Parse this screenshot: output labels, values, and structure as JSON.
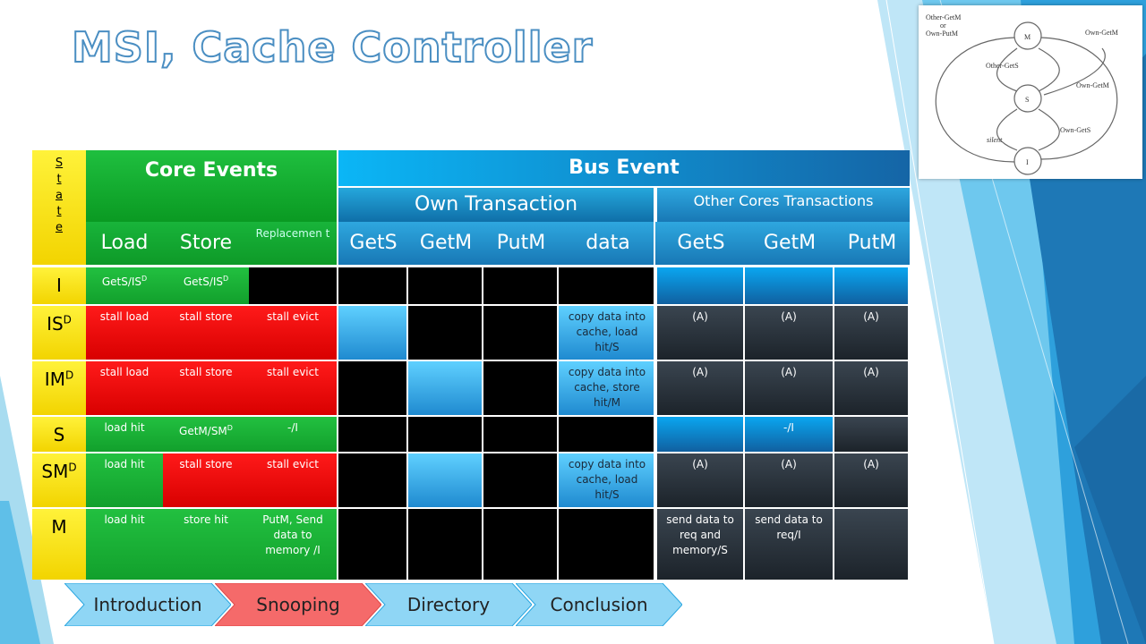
{
  "title": "MSI, Cache Controller",
  "diagram": {
    "labels": {
      "top_left": [
        "Other-GetM",
        "or",
        "Own-PutM"
      ],
      "own_getm_top": "Own-GetM",
      "other_gets": "Other-GetS",
      "own_getm_right": "Own-GetM",
      "own_gets": "Own-GetS",
      "silent": "silent"
    },
    "states": [
      "M",
      "S",
      "I"
    ]
  },
  "table": {
    "state_header": [
      "S",
      "t",
      "a",
      "t",
      "e"
    ],
    "core_events": "Core Events",
    "bus_event": "Bus Event",
    "own_transaction": "Own Transaction",
    "other_cores": "Other Cores Transactions",
    "core_cols": [
      "Load",
      "Store",
      "Replacemen t"
    ],
    "own_cols": [
      "GetS",
      "GetM",
      "PutM",
      "data"
    ],
    "other_cols": [
      "GetS",
      "GetM",
      "PutM"
    ],
    "rows": [
      {
        "state": "I",
        "sup": "",
        "load": "GetS/IS",
        "load_sup": "D",
        "store": "GetS/IS",
        "store_sup": "D",
        "repl": "",
        "own": [
          "",
          "",
          "",
          ""
        ],
        "other": [
          "",
          "",
          ""
        ]
      },
      {
        "state": "IS",
        "sup": "D",
        "load": "stall load",
        "load_sup": "",
        "store": "stall store",
        "store_sup": "",
        "repl": "stall evict",
        "own": [
          "",
          "",
          "",
          "copy data into cache, load hit/S"
        ],
        "other": [
          "(A)",
          "(A)",
          "(A)"
        ]
      },
      {
        "state": "IM",
        "sup": "D",
        "load": "stall load",
        "load_sup": "",
        "store": "stall store",
        "store_sup": "",
        "repl": "stall evict",
        "own": [
          "",
          "",
          "",
          "copy data into cache, store hit/M"
        ],
        "other": [
          "(A)",
          "(A)",
          "(A)"
        ]
      },
      {
        "state": "S",
        "sup": "",
        "load": "load hit",
        "load_sup": "",
        "store": "GetM/SM",
        "store_sup": "D",
        "repl": "-/I",
        "own": [
          "",
          "",
          "",
          ""
        ],
        "other": [
          "",
          "-/I",
          ""
        ]
      },
      {
        "state": "SM",
        "sup": "D",
        "load": "load hit",
        "load_sup": "",
        "store": "stall store",
        "store_sup": "",
        "repl": "stall evict",
        "own": [
          "",
          "",
          "",
          "copy data into cache, load hit/S"
        ],
        "other": [
          "(A)",
          "(A)",
          "(A)"
        ]
      },
      {
        "state": "M",
        "sup": "",
        "load": "load hit",
        "load_sup": "",
        "store": "store hit",
        "store_sup": "",
        "repl": "PutM, Send data to memory /I",
        "own": [
          "",
          "",
          "",
          ""
        ],
        "other": [
          "send data to req and memory/S",
          "send data to req/I",
          ""
        ]
      }
    ]
  },
  "nav": [
    "Introduction",
    "Snooping",
    "Directory",
    "Conclusion"
  ],
  "nav_active": "Snooping",
  "colors": {
    "title_outline": "#4a8ec2",
    "core_green": "#0a9a22",
    "stall_red": "#d80000",
    "state_yellow": "#f2d400",
    "bus_blue": "#0bb6f6",
    "nav_active": "#f56a6a"
  }
}
